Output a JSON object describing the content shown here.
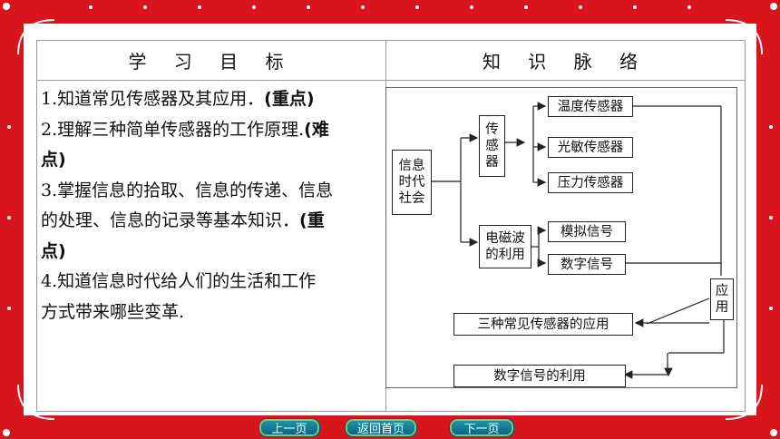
{
  "header": {
    "left": "学 习 目 标",
    "right": "知 识 脉 络"
  },
  "goals": {
    "g1_text": "1.知道常见传感器及其应用．",
    "g1_tag": "(重点)",
    "g2_text": "2.理解三种简单传感器的工作原理.",
    "g2_tag_a": "(难",
    "g2_tag_b": "点)",
    "g3_line1": "3.掌握信息的拾取、信息的传递、信息",
    "g3_line2": "的处理、信息的记录等基本知识．",
    "g3_tag_a": "(重",
    "g3_tag_b": "点)",
    "g4_line1": "4.知道信息时代给人们的生活和工作",
    "g4_line2": "方式带来哪些变革."
  },
  "map": {
    "root": "信息时代社会",
    "sensor": "传感器",
    "sensor_types": [
      "温度传感器",
      "光敏传感器",
      "压力传感器"
    ],
    "em": "电磁波的利用",
    "signals": [
      "模拟信号",
      "数字信号"
    ],
    "app": "应用",
    "outcome1": "三种常见传感器的应用",
    "outcome2": "数字信号的利用"
  },
  "nav": {
    "prev": "上一页",
    "home": "返回首页",
    "next": "下一页"
  },
  "colors": {
    "frame": "#d8141c",
    "nav_button": "#1f9ab0"
  }
}
